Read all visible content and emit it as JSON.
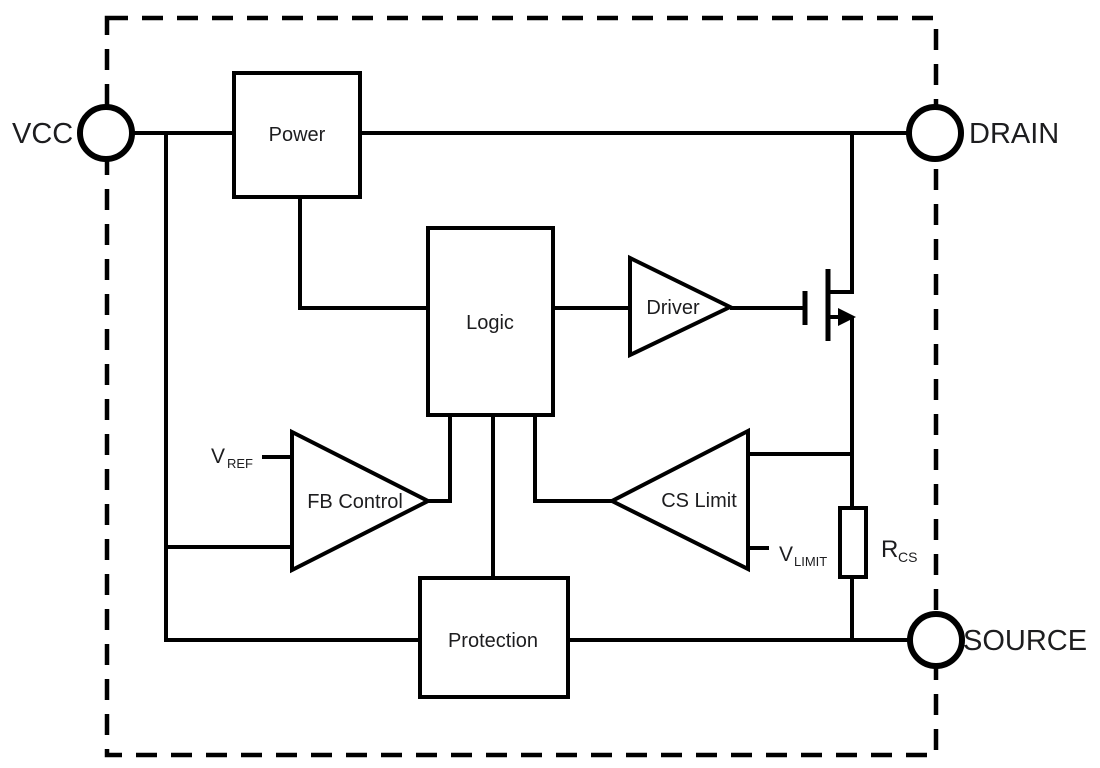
{
  "pins": {
    "vcc": "VCC",
    "drain": "DRAIN",
    "source": "SOURCE"
  },
  "blocks": {
    "power": "Power",
    "logic": "Logic",
    "protection": "Protection"
  },
  "amplifiers": {
    "driver": "Driver",
    "fb_control": "FB Control",
    "cs_limit": "CS Limit"
  },
  "signals": {
    "vref": {
      "base": "V",
      "sub": "REF"
    },
    "vlimit": {
      "base": "V",
      "sub": "LIMIT"
    },
    "rcs": {
      "base": "R",
      "sub": "CS"
    }
  },
  "colors": {
    "line": "#000000",
    "text": "#1d1d1f",
    "background": "#ffffff"
  }
}
